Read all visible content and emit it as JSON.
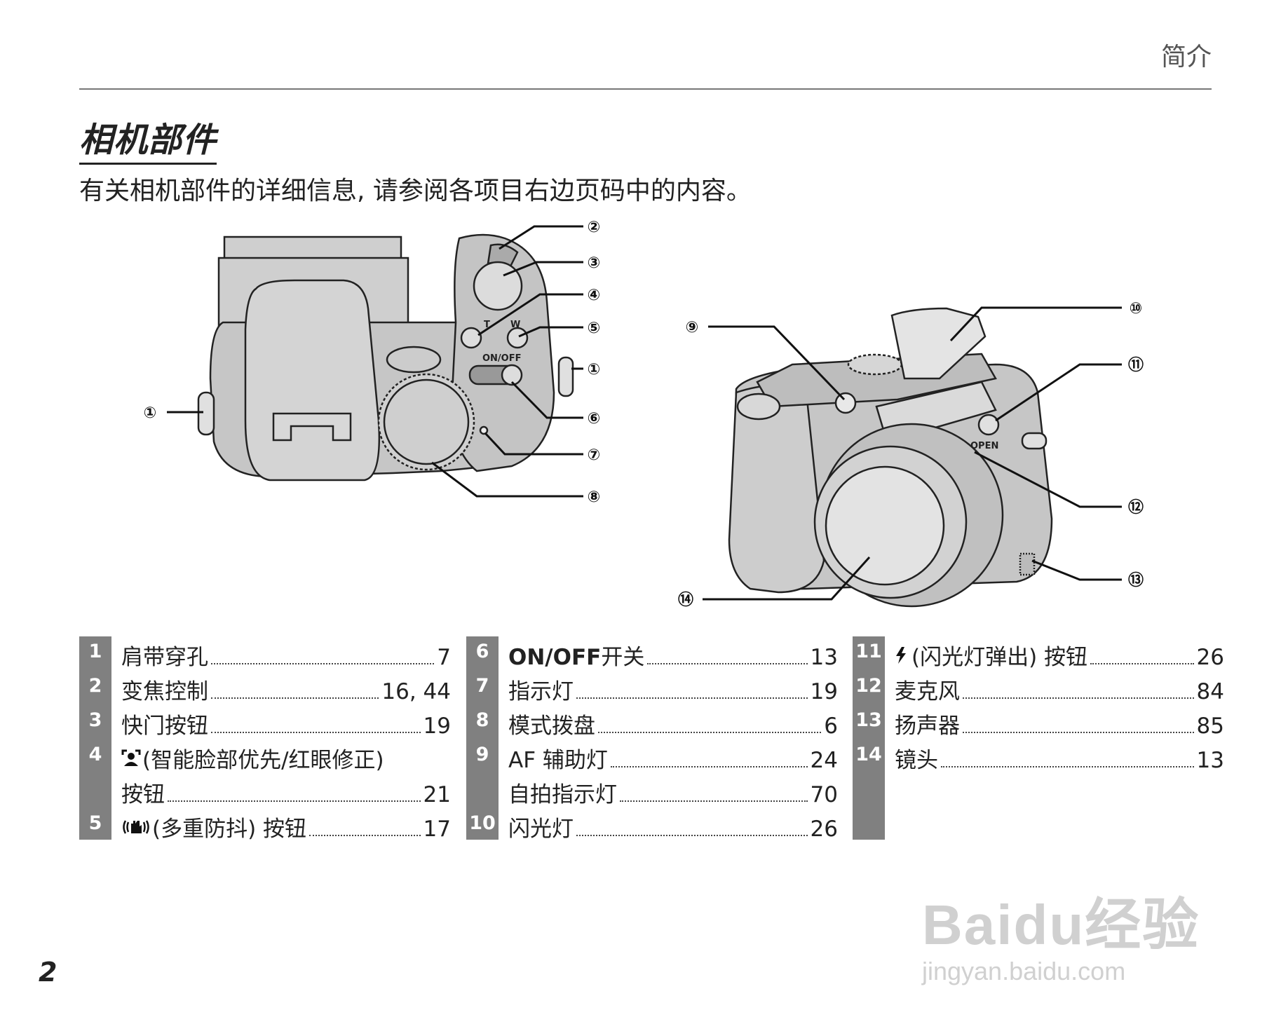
{
  "header": {
    "section": "简介"
  },
  "title": "相机部件",
  "intro": "有关相机部件的详细信息, 请参阅各项目右边页码中的内容。",
  "callouts": [
    "①",
    "②",
    "③",
    "④",
    "⑤",
    "⑥",
    "⑦",
    "⑧",
    "⑨",
    "⑩",
    "⑪",
    "⑫",
    "⑬",
    "⑭"
  ],
  "camera_labels": {
    "on_off": "ON/OFF",
    "t": "T",
    "w": "W",
    "open": "OPEN"
  },
  "parts_columns": [
    [
      {
        "num": "1",
        "label": "肩带穿孔",
        "page": "7"
      },
      {
        "num": "2",
        "label": "变焦控制",
        "page": "16, 44"
      },
      {
        "num": "3",
        "label": "快门按钮",
        "page": "19"
      },
      {
        "num": "4",
        "label": "(智能脸部优先/红眼修正)",
        "label2": "按钮",
        "page": "21",
        "icon": "face-icon"
      },
      {
        "num": "5",
        "label": "(多重防抖) 按钮",
        "page": "17",
        "icon": "stabilizer-icon"
      }
    ],
    [
      {
        "num": "6",
        "label": "ON/OFF",
        "label_b": " 开关",
        "page": "13"
      },
      {
        "num": "7",
        "label": "指示灯",
        "page": "19"
      },
      {
        "num": "8",
        "label": "模式拨盘",
        "page": "6"
      },
      {
        "num": "9",
        "label": "AF 辅助灯",
        "page": "24",
        "label2": "自拍指示灯",
        "page2": "70"
      },
      {
        "num": "10",
        "label": "闪光灯",
        "page": "26"
      }
    ],
    [
      {
        "num": "11",
        "label": "(闪光灯弹出) 按钮",
        "page": "26",
        "icon": "flash-icon"
      },
      {
        "num": "12",
        "label": "麦克风",
        "page": "84"
      },
      {
        "num": "13",
        "label": "扬声器",
        "page": "85"
      },
      {
        "num": "14",
        "label": "镜头",
        "page": "13"
      }
    ]
  ],
  "page_number": "2",
  "watermark": {
    "main": "Baidu经验",
    "sub": "jingyan.baidu.com"
  }
}
